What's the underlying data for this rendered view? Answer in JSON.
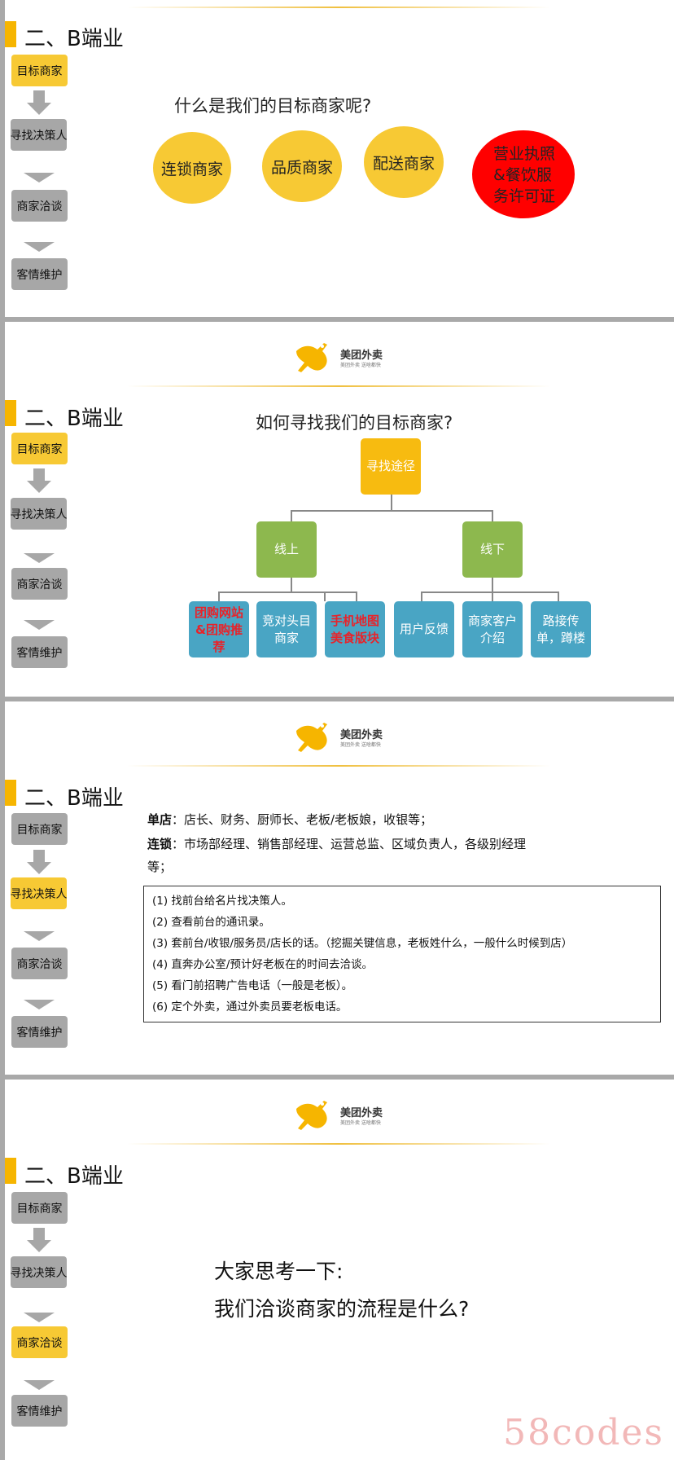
{
  "common": {
    "section_title": "二、B端业",
    "steps": [
      "目标商家",
      "寻找决策人",
      "商家洽谈",
      "客情维护"
    ],
    "logo_name": "美团外卖",
    "logo_slogan": "美团外卖 送啥都快"
  },
  "slide1": {
    "question": "什么是我们的目标商家呢?",
    "circles": [
      "连锁商家",
      "品质商家",
      "配送商家",
      "营业执照&餐饮服务许可证"
    ]
  },
  "slide2": {
    "question": "如何寻找我们的目标商家?",
    "root": "寻找途径",
    "online": "线上",
    "offline": "线下",
    "leaves": [
      "团购网站&团购推荐",
      "竞对头目商家",
      "手机地图美食版块",
      "用户反馈",
      "商家客户介绍",
      "路接传单，蹲楼"
    ]
  },
  "slide3": {
    "single_label": "单店",
    "single_text": "：店长、财务、厨师长、老板/老板娘，收银等；",
    "chain_label": "连锁",
    "chain_text": "：市场部经理、销售部经理、运营总监、区域负责人，各级别经理",
    "chain_text2": "等；",
    "items": [
      "(1)  找前台给名片找决策人。",
      "(2)  查看前台的通讯录。",
      "(3)  套前台/收银/服务员/店长的话。（挖掘关键信息，老板姓什么，一般什么时候到店）",
      "(4)  直奔办公室/预计好老板在的时间去洽谈。",
      "(5)  看门前招聘广告电话（一般是老板）。",
      "(6)  定个外卖，通过外卖员要老板电话。"
    ]
  },
  "slide4": {
    "line1": "大家思考一下:",
    "line2": "我们洽谈商家的流程是什么?"
  },
  "watermark": "58codes",
  "colors": {
    "yellow": "#f7c934",
    "accent": "#f6b500",
    "grey": "#a7a7a7",
    "green": "#8db84e",
    "blue": "#49a5c4",
    "red": "#ff0000"
  }
}
